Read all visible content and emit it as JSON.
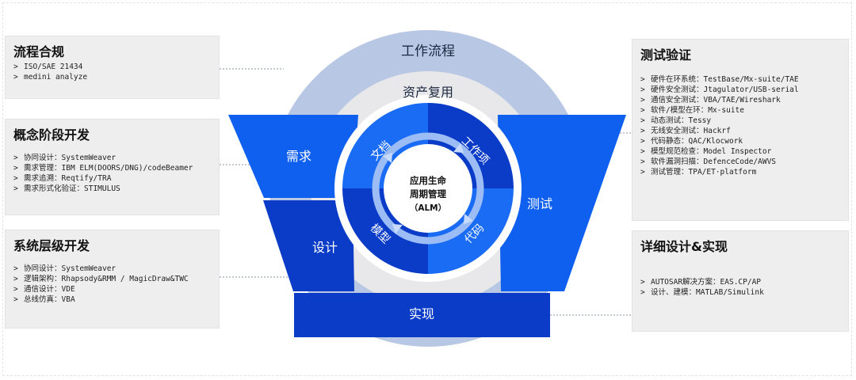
{
  "diagram": {
    "outer_ring_label": "工作流程",
    "inner_ring_label": "资产复用",
    "center_label_lines": [
      "应用生命",
      "周期管理",
      "（ALM）"
    ],
    "quadrants": [
      "文档",
      "工作项",
      "模型",
      "代码"
    ],
    "v_blocks": {
      "requirements": "需求",
      "design": "设计",
      "test": "测试",
      "implementation": "实现"
    },
    "colors": {
      "outer_ring": "#b8c8e4",
      "inner_ring": "#e8e8ea",
      "dark_blue": "#0a3cc8",
      "mid_blue": "#1060f0",
      "light_blue": "#2a78f8",
      "panel_bg": "#eeeeee"
    }
  },
  "panels": {
    "process_compliance": {
      "title": "流程合规",
      "items": [
        "ISO/SAE 21434",
        "medini analyze"
      ]
    },
    "concept_phase": {
      "title": "概念阶段开发",
      "items": [
        "协同设计：SystemWeaver",
        "需求管理：IBM ELM(DOORS/DNG)/codeBeamer",
        "需求追溯：Reqtify/TRA",
        "需求形式化验证：STIMULUS"
      ]
    },
    "system_level": {
      "title": "系统层级开发",
      "items": [
        "协同设计：SystemWeaver",
        "逻辑架构：Rhapsody&RMM / MagicDraw&TWC",
        "通信设计：VDE",
        "总线仿真：VBA"
      ]
    },
    "test_verification": {
      "title": "测试验证",
      "items": [
        "硬件在环系统：TestBase/Mx-suite/TAE",
        "硬件安全测试：Jtagulator/USB-serial",
        "通信安全测试：VBA/TAE/Wireshark",
        "软件/模型在环：Mx-suite",
        "动态测试：Tessy",
        "无线安全测试：Hackrf",
        "代码静态：QAC/Klocwork",
        "模型规范检查：Model Inspector",
        "软件漏洞扫描：DefenceCode/AWVS",
        "测试管理：TPA/ET·platform"
      ]
    },
    "detailed_design": {
      "title": "详细设计&实现",
      "items": [
        "AUTOSAR解决方案：EAS.CP/AP",
        "设计、建模：MATLAB/Simulink"
      ]
    }
  },
  "bullet_glyph": ">"
}
